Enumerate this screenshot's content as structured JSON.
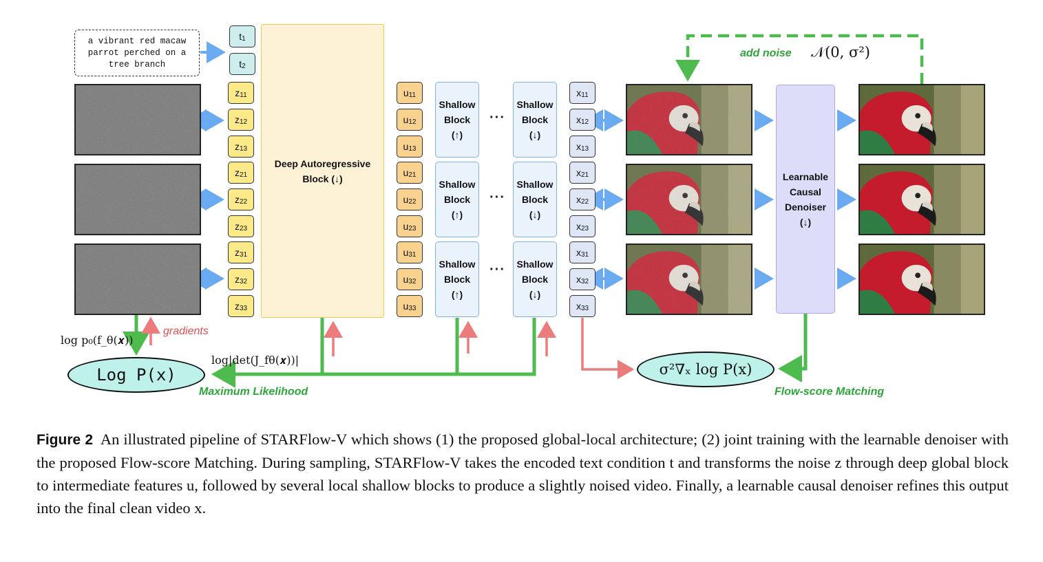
{
  "prompt_text": "a vibrant red macaw parrot perched on a tree branch",
  "text_tokens": [
    "t1",
    "t2"
  ],
  "z_tokens": [
    "z11",
    "z12",
    "z13",
    "z21",
    "z22",
    "z23",
    "z31",
    "z32",
    "z33"
  ],
  "u_tokens": [
    "u11",
    "u12",
    "u13",
    "u21",
    "u22",
    "u23",
    "u31",
    "u32",
    "u33"
  ],
  "x_tokens": [
    "x11",
    "x12",
    "x13",
    "x21",
    "x22",
    "x23",
    "x31",
    "x32",
    "x33"
  ],
  "deep_block": {
    "line1": "Deep Autoregressive",
    "line2": "Block (↓)"
  },
  "shallow_up": {
    "line1": "Shallow",
    "line2": "Block",
    "line3": "(↑)"
  },
  "shallow_down": {
    "line1": "Shallow",
    "line2": "Block",
    "line3": "(↓)"
  },
  "ellipsis": "···",
  "denoiser": {
    "line1": "Learnable",
    "line2": "Causal",
    "line3": "Denoiser",
    "line4": "(↓)"
  },
  "labels": {
    "add_noise": "add noise",
    "normal_dist": "𝒩(0, σ²)",
    "gradients": "gradients",
    "log_p0": "log p₀(f_θ(𝒙))",
    "log_det": "log|det(J_fθ(𝒙))|",
    "log_px": "Log P(x)",
    "score": "σ²∇ₓ log P(x)",
    "maximum_likelihood": "Maximum Likelihood",
    "flow_score_matching": "Flow-score Matching"
  },
  "caption": {
    "label": "Figure 2",
    "text": "An illustrated pipeline of STARFlow-V which shows (1) the proposed global-local architecture; (2) joint training with the learnable denoiser with the proposed Flow-score Matching. During sampling, STARFlow-V takes the encoded text condition t and transforms the noise z through deep global block to intermediate features u, followed by several local shallow blocks to produce a slightly noised video. Finally, a learnable causal denoiser refines this output into the final clean video x."
  },
  "colors": {
    "green": "#4dbb4d",
    "blue": "#6aaaf0",
    "red": "#ec7c7c",
    "z_fill": "#fbe98a",
    "u_fill": "#f8d28e",
    "x_fill": "#dfe7f7",
    "t_fill": "#cdeeec"
  }
}
